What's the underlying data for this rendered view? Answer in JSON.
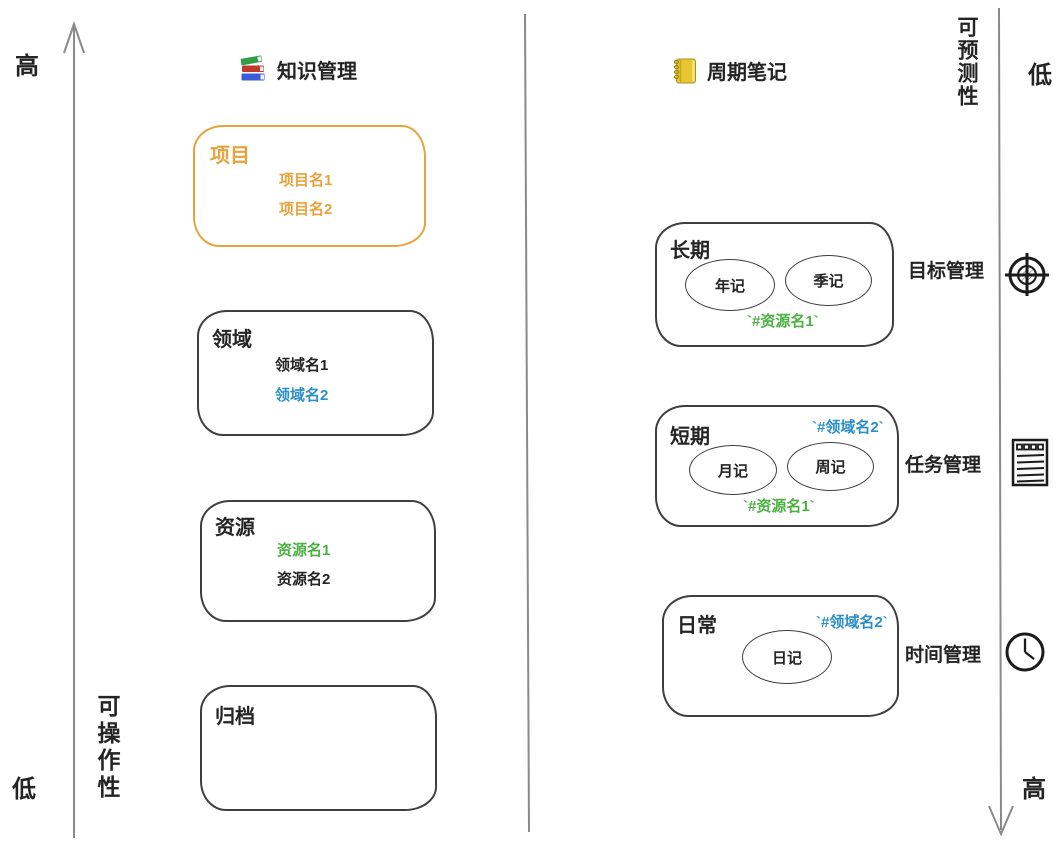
{
  "colors": {
    "orange": "#e8a33d",
    "blue": "#2b8fc9",
    "green": "#4cb043",
    "ink": "#242424",
    "axis": "#8a8a8a",
    "border": "#3f3f3f"
  },
  "axes": {
    "left": {
      "title": "可操作性",
      "top_label": "高",
      "bottom_label": "低"
    },
    "right": {
      "title": "可预测性",
      "top_label": "低",
      "bottom_label": "高"
    }
  },
  "knowledge": {
    "icon": "books-icon",
    "title": "知识管理",
    "boxes": {
      "project": {
        "label": "项目",
        "item1": "项目名1",
        "item2": "项目名2"
      },
      "area": {
        "label": "领域",
        "item1": "领域名1",
        "item2": "领域名2"
      },
      "resource": {
        "label": "资源",
        "item1": "资源名1",
        "item2": "资源名2"
      },
      "archive": {
        "label": "归档"
      }
    }
  },
  "periodic": {
    "icon": "notebook-icon",
    "title": "周期笔记",
    "groups": {
      "long": {
        "label": "长期",
        "ellipse1": "年记",
        "ellipse2": "季记",
        "green_tag": "`#资源名1`",
        "side_label": "目标管理",
        "side_icon": "target-icon"
      },
      "short": {
        "label": "短期",
        "blue_tag": "`#领域名2`",
        "ellipse1": "月记",
        "ellipse2": "周记",
        "green_tag": "`#资源名1`",
        "side_label": "任务管理",
        "side_icon": "notepad-icon"
      },
      "daily": {
        "label": "日常",
        "blue_tag": "`#领域名2`",
        "ellipse1": "日记",
        "side_label": "时间管理",
        "side_icon": "clock-icon"
      }
    }
  }
}
